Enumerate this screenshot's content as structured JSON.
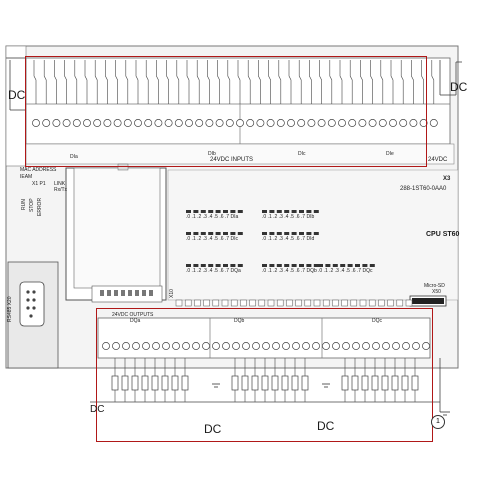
{
  "labels": {
    "dc": "DC",
    "dc_top_right": "DC",
    "dc_bottom_left": "DC",
    "dc_bottom_mid": "DC",
    "dc_bottom_right": "DC",
    "input_strip_title": "24VDC INPUTS",
    "input_group_labels": [
      "DIa",
      "DIb",
      "DIc",
      "DIe"
    ],
    "supply_out": "24VDC",
    "terminal_left": "DC",
    "mac_address": "MAC ADDRESS",
    "ieam": "IEAM",
    "x1_p1": "X1 P1",
    "link": "LINK",
    "rx_tx": "Rx/Tx",
    "run": "RUN",
    "stop": "STOP",
    "error": "ERROR",
    "model_number": "288-1ST60-0AA0",
    "cpu_name": "CPU ST60",
    "port_rs485": "RS485 X20",
    "port_x10": "X10",
    "microsd": "Micro-SD",
    "x50": "X50",
    "output_strip_title": "24VDC OUTPUTS",
    "output_group_labels": [
      "DQa",
      "DQb",
      "DQc"
    ],
    "callout": "1",
    "brand_mark": "X3"
  },
  "led_rows": [
    {
      "left": ".0 .1 .2 .3 .4 .5 .6 .7 DIa",
      "right": ".0 .1 .2 .3 .4 .5 .6 .7 DIb"
    },
    {
      "left": ".0 .1 .2 .3 .4 .5 .6 .7 DIc",
      "right": ".0 .1 .2 .3 .4 .5 .6 .7 DId"
    },
    {
      "left": ".0 .1 .2 .3 .4 .5 .6 .7 DQa",
      "right": ".0 .1 .2 .3 .4 .5 .6 .7 DQb"
    }
  ],
  "led_row_extra": ".0 .1 .2 .3 .4 .5 .6 .7 DQc",
  "colors": {
    "highlight": "#b01818",
    "line": "#555555",
    "panel": "#f2f2f2",
    "terminal": "#ffffff"
  }
}
